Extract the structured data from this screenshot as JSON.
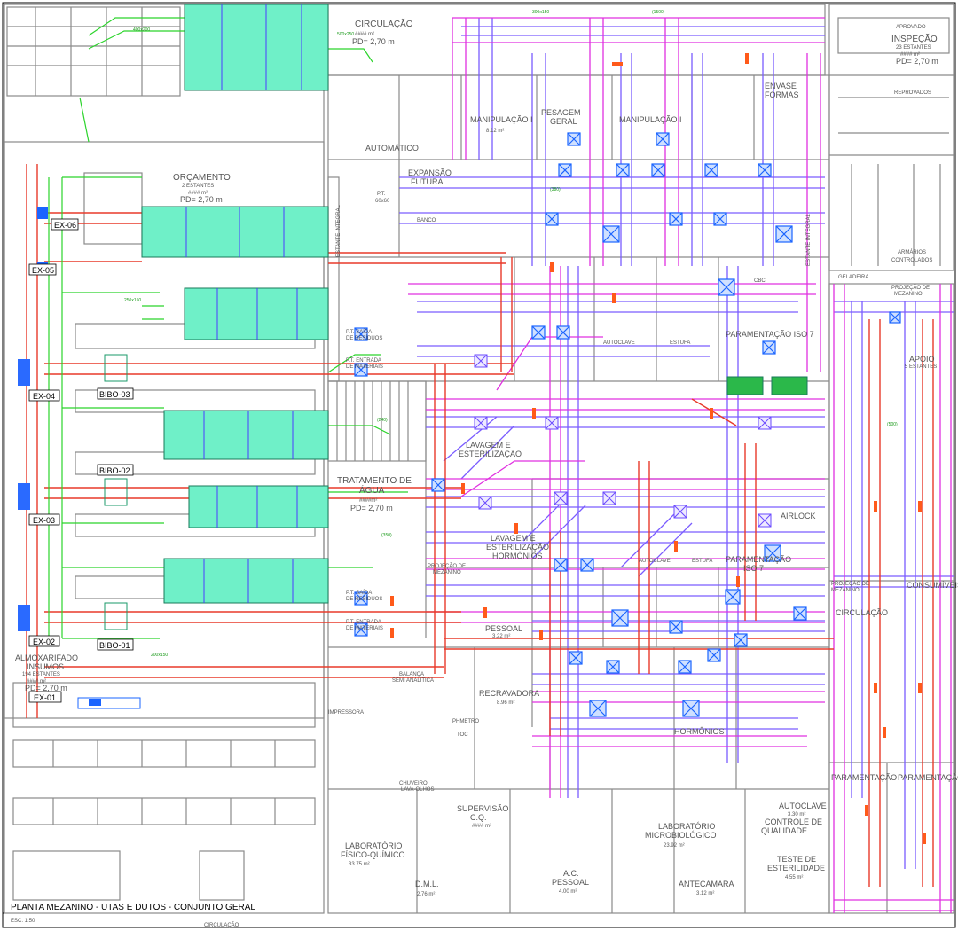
{
  "drawing": {
    "title": "PLANTA MEZANINO - UTAS E DUTOS - CONJUNTO GERAL",
    "scale": "ESC. 1:50"
  },
  "colors": {
    "supply_duct": "#7a5cff",
    "return_duct": "#e030e0",
    "exhaust_duct": "#e83a2a",
    "green_duct": "#2bd42b",
    "ahu_fill": "#6ff0c8",
    "diffuser": "#1a64ff",
    "wall": "#8a8a8a"
  },
  "equipment": {
    "exhaust": [
      "EX-06",
      "EX-05",
      "EX-04",
      "EX-03",
      "EX-02",
      "EX-01"
    ],
    "bibo": [
      "BIBO-03",
      "BIBO-02",
      "BIBO-01"
    ]
  },
  "rooms": {
    "circulacao_top": {
      "name": "CIRCULAÇÃO",
      "area": "#### m²",
      "pd": "PD= 2,70 m"
    },
    "inspecao": {
      "name": "INSPEÇÃO",
      "sub": "23 ESTANTES",
      "area": "#### m²",
      "pd": "PD= 2,70 m"
    },
    "orcamento": {
      "name": "ORÇAMENTO",
      "sub": "2 ESTANTES",
      "area": "#### m²",
      "pd": "PD= 2,70 m"
    },
    "tratamento": {
      "name": "TRATAMENTO DE",
      "name2": "ÁGUA",
      "area": "####m²",
      "pd": "PD= 2,70 m"
    },
    "almoxarifado": {
      "name": "ALMOXARIFADO",
      "name2": "INSUMOS",
      "sub": "194 ESTANTES",
      "area": "#### m²",
      "pd": "PD= 2,70 m"
    },
    "automatico": {
      "name": "AUTOMÁTICO"
    },
    "expansao": {
      "name": "EXPANSÃO",
      "name2": "FUTURA"
    },
    "manipulacao1": {
      "name": "MANIPULAÇÃO I",
      "area": "8.12 m²"
    },
    "pesagem": {
      "name": "PESAGEM",
      "name2": "GERAL"
    },
    "manipulacao2": {
      "name": "MANIPULAÇÃO I"
    },
    "envase": {
      "name": "ENVASE",
      "name2": "FORMAS"
    },
    "autoclave": {
      "name": "AUTOCLAVE"
    },
    "estufa": {
      "name": "ESTUFA"
    },
    "paramentacao_iso7": {
      "name": "PARAMENTAÇÃO ISO 7"
    },
    "apoio": {
      "name": "APOIO",
      "sub": "5 ESTANTES"
    },
    "lavagem1": {
      "name": "LAVAGEM E",
      "name2": "ESTERILIZAÇÃO"
    },
    "lavagem2": {
      "name": "LAVAGEM E",
      "name2": "ESTERILIZAÇÃO",
      "name3": "HORMÔNIOS"
    },
    "airlock": {
      "name": "AIRLOCK"
    },
    "autoclave2": {
      "name": "AUTOCLAVE"
    },
    "estufa2": {
      "name": "ESTUFA"
    },
    "paramentacao2": {
      "name": "PARAMENTAÇÃO",
      "name2": "ISO 7"
    },
    "consumiveis": {
      "name": "CONSUMÍVEIS"
    },
    "circulacao2": {
      "name": "CIRCULAÇÃO"
    },
    "pessoal1": {
      "name": "PESSOAL",
      "area": "3.22 m²"
    },
    "recravadora": {
      "name": "RECRAVADORA",
      "area": "8.96 m²"
    },
    "supervisao": {
      "name": "SUPERVISÃO",
      "name2": "C.Q.",
      "area": "#### m²"
    },
    "lab_fq": {
      "name": "LABORATÓRIO",
      "name2": "FÍSICO-QUÍMICO",
      "area": "33.75 m²"
    },
    "lab_micro": {
      "name": "LABORATÓRIO",
      "name2": "MICROBIOLÓGICO",
      "area": "23.92 m²"
    },
    "dml": {
      "name": "D.M.L.",
      "area": "2.76 m²"
    },
    "ac_pessoal": {
      "name": "A.C.",
      "name2": "PESSOAL",
      "area": "4.00 m²"
    },
    "antecamara": {
      "name": "ANTECÂMARA",
      "area": "3.12 m²"
    },
    "autoclave3": {
      "name": "AUTOCLAVE",
      "area": "3.30 m²"
    },
    "controle": {
      "name": "CONTROLE DE",
      "name2": "QUALIDADE"
    },
    "teste": {
      "name": "TESTE DE",
      "name2": "ESTERILIDADE",
      "area": "4.55 m²"
    },
    "paramentacao3": {
      "name": "PARAMENTAÇÃO"
    },
    "paramentacao4": {
      "name": "PARAMENTAÇÃO"
    },
    "hormonais": {
      "name": "HORMÔNIOS"
    },
    "reprovados": {
      "name": "REPROVADOS"
    },
    "aprovado": {
      "name": "APROVADO"
    },
    "armarios": {
      "name": "ARMÁRIOS",
      "name2": "CONTROLADOS"
    },
    "projecao_mez": {
      "name": "PROJEÇÃO DE",
      "name2": "MEZANINO"
    },
    "projecao_mez2": {
      "name": "PROJEÇÃO DE",
      "name2": "MEZANINO"
    },
    "projecao_mez3": {
      "name": "PROJEÇÃO DE",
      "name2": "MEZANINO"
    },
    "geladeira": {
      "name": "GELADEIRA"
    },
    "gbc": {
      "name": "CBC"
    },
    "balanca": {
      "name": "BALANÇA",
      "name2": "SEMI ANALÍTICA"
    },
    "impressora": {
      "name": "IMPRESSORA"
    },
    "phmetro": {
      "name": "PHMETRO"
    },
    "toc": {
      "name": "TOC"
    },
    "chuveiro": {
      "name": "CHUVEIRO",
      "name2": "LAVA-OLHOS"
    },
    "pt1": {
      "name": "P.T.",
      "name2": "60x60"
    },
    "pt_saida": {
      "name": "P.T. SAÍDA",
      "name2": "DE RESÍDUOS"
    },
    "pt_entrada": {
      "name": "P.T. ENTRADA",
      "name2": "DE MATERIAIS"
    },
    "pt_saida2": {
      "name": "P.T. SAÍDA",
      "name2": "DE RESÍDUOS"
    },
    "pt_entrada2": {
      "name": "P.T. ENTRADA",
      "name2": "DE MATERIAIS"
    },
    "estante_integral": {
      "name": "ESTANTE INTEGRAL"
    },
    "estante_integral2": {
      "name": "ESTANTE INTEGRAL"
    },
    "banco": {
      "name": "BANCO"
    },
    "circulacao_bottom": {
      "name": "CIRCULAÇÃO"
    }
  },
  "duct_labels": [
    "400x200",
    "500x250",
    "300x150",
    "(1500)",
    "(380)",
    "250x150",
    "(240)",
    "(350)",
    "200x150",
    "(500)"
  ]
}
